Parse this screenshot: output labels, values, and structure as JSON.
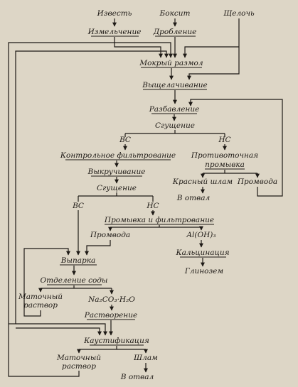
{
  "nodes": {
    "lime": "Известь",
    "bauxite": "Боксит",
    "alkali": "Щелочь",
    "grinding_lime": "Измельчение",
    "crushing": "Дробление",
    "wet_milling": "Мокрый размол",
    "leaching": "Выщелачивание",
    "dilution": "Разбавление",
    "thickening1": "Сгущение",
    "control_filtration": "Контрольное фильтрование",
    "countercurrent_washing_1": "Противоточная",
    "countercurrent_washing_2": "промывка",
    "red_mud": "Красный шлам",
    "wash_water1": "Промвода",
    "to_dump1": "В отвал",
    "decomposition": "Выкручивание",
    "thickening2": "Сгущение",
    "washing_filtration": "Промывка и фильтрование",
    "wash_water2": "Промвода",
    "aluminium_hydroxide": "Al(OH)₃",
    "calcination": "Кальцинация",
    "alumina": "Глинозем",
    "evaporation": "Выпарка",
    "soda_separation": "Отделение соды",
    "mother_liquor1_1": "Маточный",
    "mother_liquor1_2": "раствор",
    "soda_crystal": "Na₂CO₃·H₂O",
    "dissolution": "Растворение",
    "causticization": "Каустификация",
    "mother_liquor2_1": "Маточный",
    "mother_liquor2_2": "раствор",
    "sludge": "Шлам",
    "to_dump2": "В отвал"
  },
  "labels": {
    "vs1": "ВС",
    "ns1": "НС",
    "vs2": "ВС",
    "ns2": "НС"
  }
}
